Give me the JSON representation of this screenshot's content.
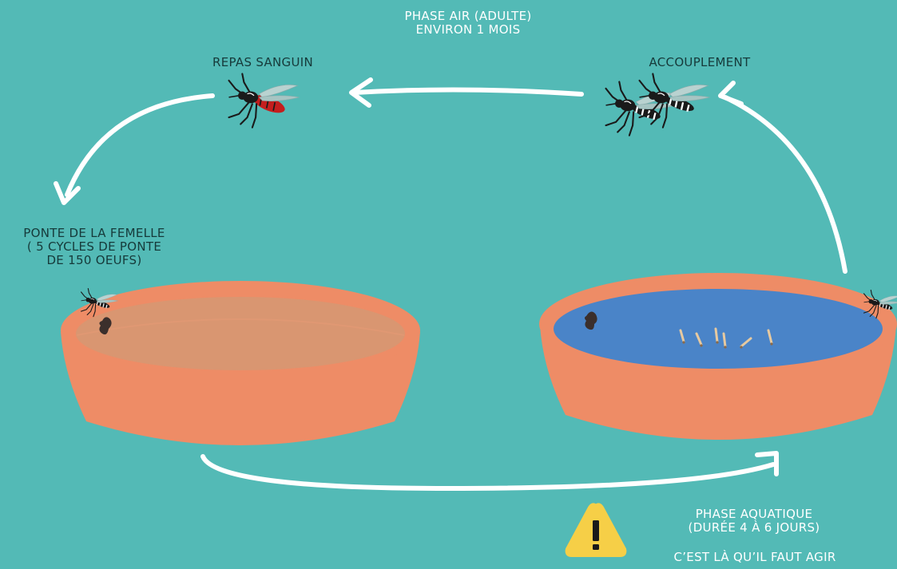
{
  "labels": {
    "phase_air": {
      "line1": "PHASE AIR (ADULTE)",
      "line2": "ENVIRON 1 MOIS"
    },
    "repas_sanguin": "REPAS SANGUIN",
    "accouplement": "ACCOUPLEMENT",
    "ponte": {
      "line1": "PONTE DE LA FEMELLE",
      "line2": "( 5 CYCLES DE PONTE",
      "line3": "DE 150 OEUFS)"
    },
    "phase_aquatique": {
      "line1": "PHASE AQUATIQUE",
      "line2": "(DURÉE 4 À 6 JOURS)"
    },
    "agir": "C’EST LÀ QU’IL FAUT AGIR"
  },
  "icons": {
    "warning": "warning-triangle-icon",
    "mosquito": "mosquito-icon",
    "arrow": "curved-arrow-icon"
  },
  "colors": {
    "background": "#53bab6",
    "arrow": "#ffffff",
    "bowl_rim": "#ee8c66",
    "bowl_inner_dry": "#d99671",
    "water": "#4a84c8",
    "blood": "#c41e1e",
    "warning_fill": "#f6cf47",
    "text_dark": "#163a3a"
  }
}
